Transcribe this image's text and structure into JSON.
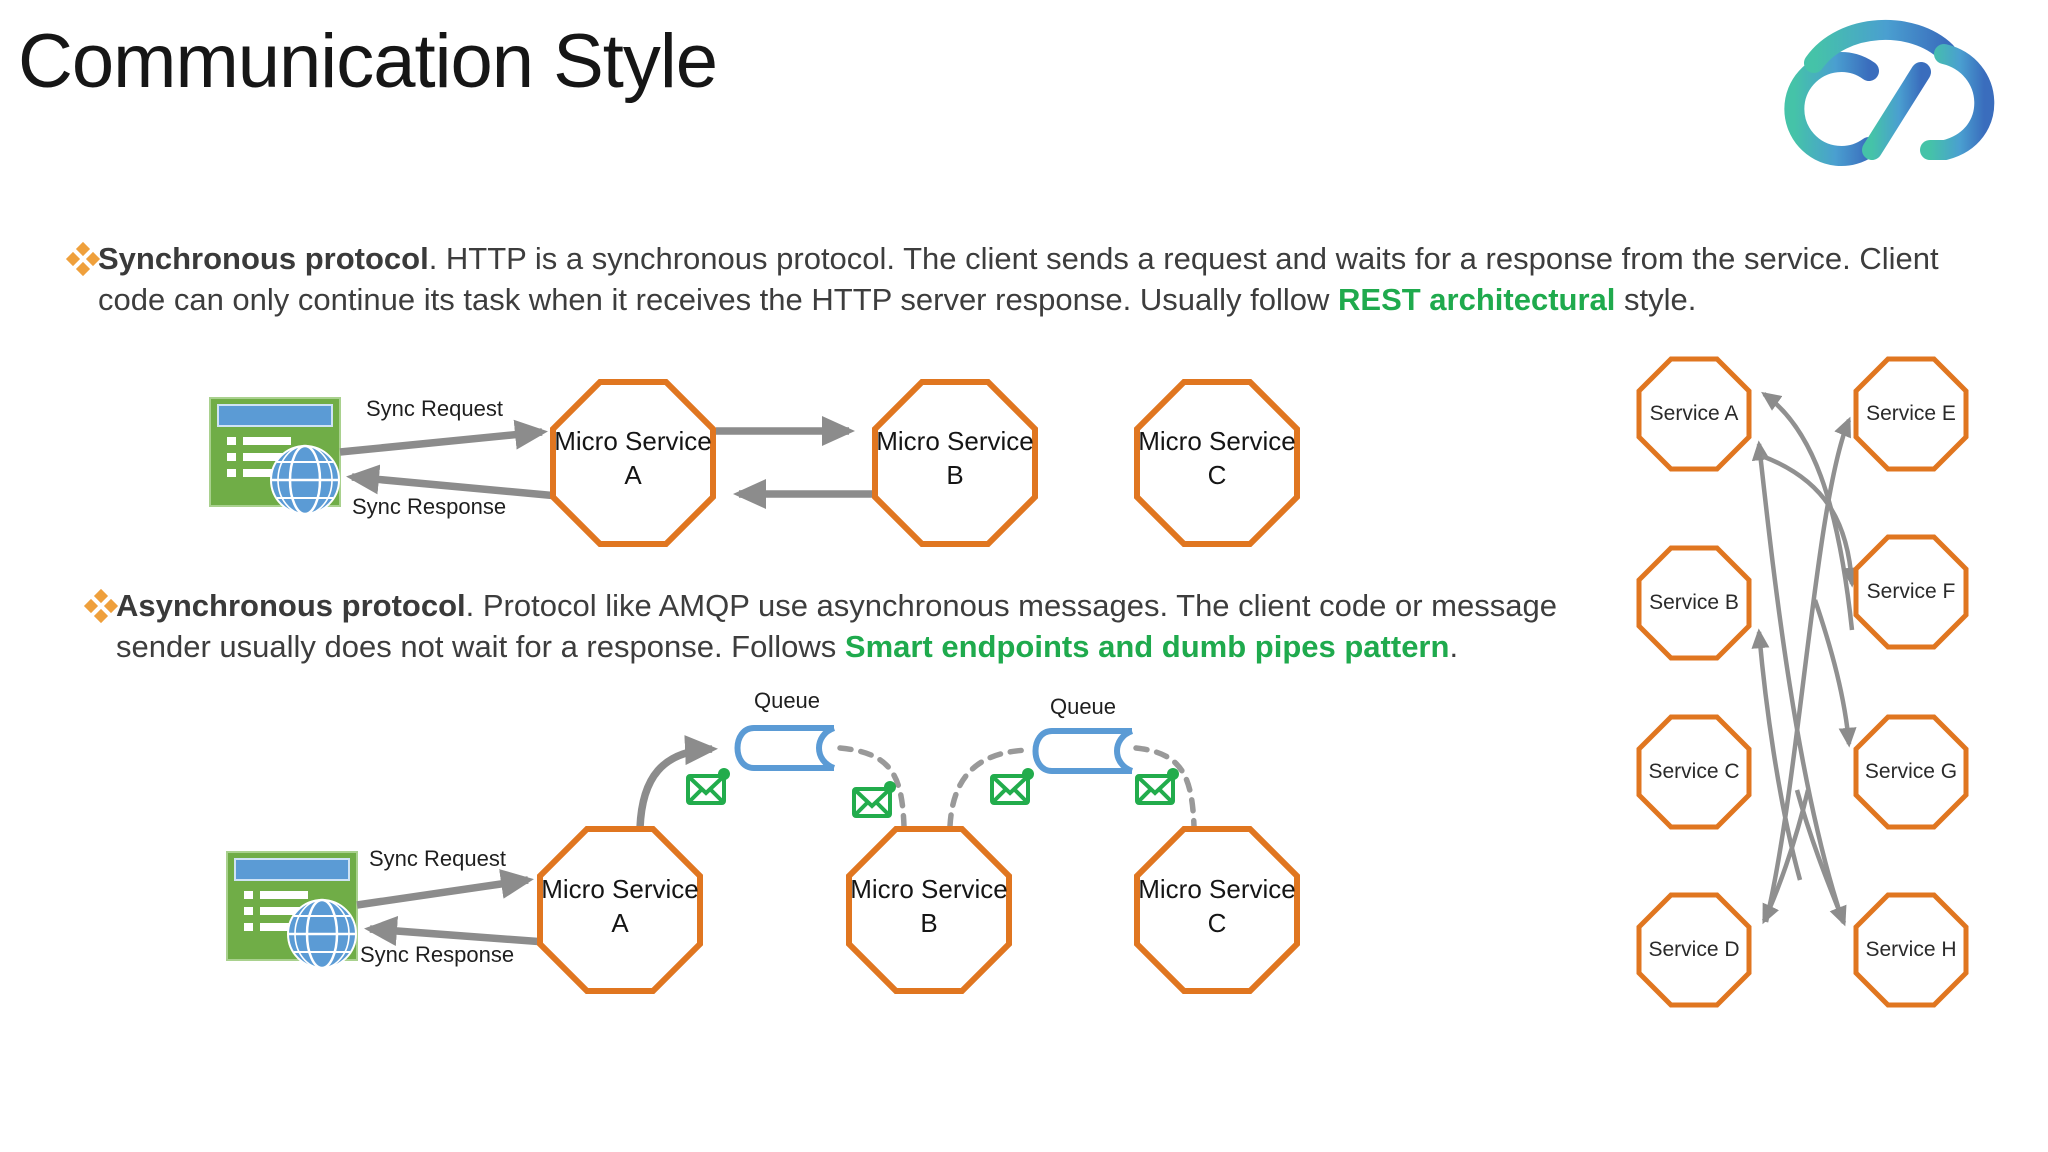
{
  "slide": {
    "title": "Communication Style",
    "logo_name": "CND cloud logo"
  },
  "colors": {
    "accent_orange": "#e07620",
    "accent_green_text": "#1faa4d",
    "arrow_gray": "#8c8c8c",
    "shape_blue": "#5b9bd5",
    "shape_green": "#70ad47",
    "envelope_green": "#22ac4c",
    "bullet_orange": "#efa03c"
  },
  "bullets": [
    {
      "lead": "Synchronous protocol",
      "body": ". HTTP is a synchronous protocol. The client sends a request and waits for a response from the service. Client code can only continue its task when it receives the HTTP server response. Usually follow ",
      "highlight": "REST architectural",
      "tail": " style."
    },
    {
      "lead": "Asynchronous protocol",
      "body": ". Protocol like AMQP use asynchronous messages. The client code or message sender usually does not wait for a response. Follows ",
      "highlight": "Smart endpoints and dumb pipes pattern",
      "tail": "."
    }
  ],
  "sync_diagram": {
    "request_label": "Sync Request",
    "response_label": "Sync Response",
    "nodes": [
      {
        "name": "Micro Service",
        "letter": "A"
      },
      {
        "name": "Micro Service",
        "letter": "B"
      },
      {
        "name": "Micro Service",
        "letter": "C"
      }
    ]
  },
  "async_diagram": {
    "request_label": "Sync Request",
    "response_label": "Sync Response",
    "queues": [
      "Queue",
      "Queue"
    ],
    "nodes": [
      {
        "name": "Micro Service",
        "letter": "A"
      },
      {
        "name": "Micro Service",
        "letter": "B"
      },
      {
        "name": "Micro Service",
        "letter": "C"
      }
    ]
  },
  "mesh_diagram": {
    "nodes": [
      "Service A",
      "Service E",
      "Service B",
      "Service F",
      "Service C",
      "Service G",
      "Service D",
      "Service H"
    ]
  }
}
